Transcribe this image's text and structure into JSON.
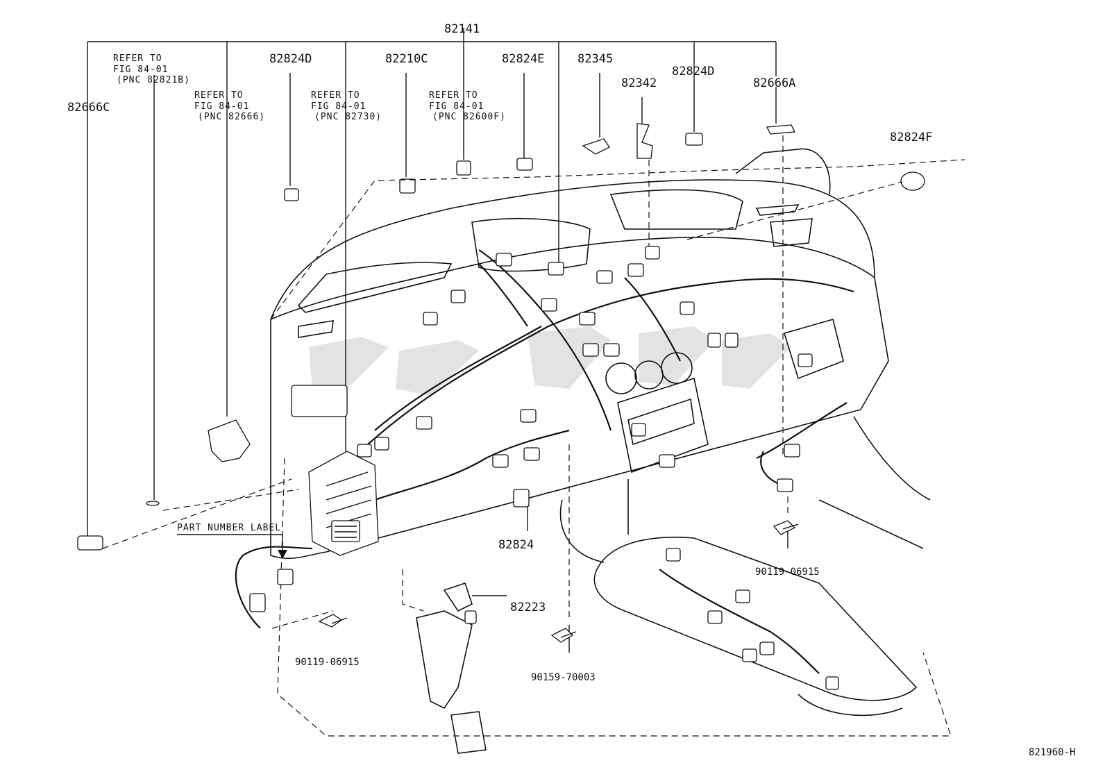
{
  "labels": {
    "p82141": "82141",
    "p82666C": "82666C",
    "p82824D_a": "82824D",
    "p82210C": "82210C",
    "p82824E": "82824E",
    "p82345": "82345",
    "p82342": "82342",
    "p82824D_b": "82824D",
    "p82666A": "82666A",
    "p82824F": "82824F",
    "p82824": "82824",
    "p82223": "82223",
    "bolt_left": "90119-06915",
    "bolt_right": "90119-06915",
    "screw": "90159-70003",
    "part_number_label": "PART NUMBER LABEL",
    "figure_id": "821960-H"
  },
  "refs": [
    {
      "line1": "REFER TO",
      "line2": "FIG 84-01",
      "line3": "(PNC 82821B)"
    },
    {
      "line1": "REFER TO",
      "line2": "FIG 84-01",
      "line3": "(PNC 82666)"
    },
    {
      "line1": "REFER TO",
      "line2": "FIG 84-01",
      "line3": "(PNC 82730)"
    },
    {
      "line1": "REFER TO",
      "line2": "FIG 84-01",
      "line3": "(PNC 82600F)"
    }
  ],
  "icons": {
    "watermark": "brand-watermark-logo"
  }
}
